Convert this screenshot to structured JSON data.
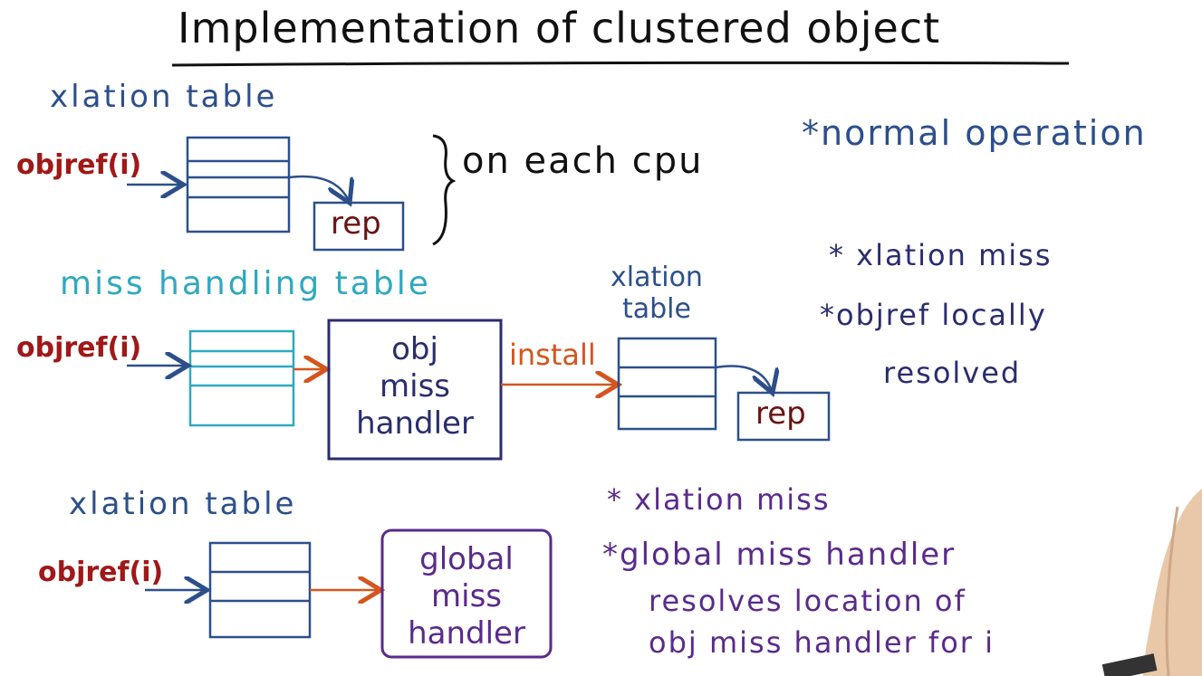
{
  "title": "Implementation of clustered object",
  "section_normal": {
    "table_label": "xlation table",
    "objref": "objref(i)",
    "rep": "rep",
    "brace_note": "on each cpu",
    "note": "*normal operation"
  },
  "section_local_miss": {
    "table_label": "miss handling table",
    "objref": "objref(i)",
    "handler_lines": [
      "obj",
      "miss",
      "handler"
    ],
    "install": "install",
    "xlation_lines": [
      "xlation",
      "table"
    ],
    "rep": "rep",
    "notes": [
      "* xlation miss",
      "*objref locally",
      "resolved"
    ]
  },
  "section_global_miss": {
    "table_label": "xlation table",
    "objref": "objref(i)",
    "handler_lines": [
      "global",
      "miss",
      "handler"
    ],
    "notes": [
      "* xlation miss",
      "*global miss handler",
      "resolves location of",
      "obj miss handler for i"
    ]
  },
  "colors": {
    "ink_black": "#111111",
    "ink_blue": "#2c4f8c",
    "ink_red": "#a01818",
    "ink_cyan": "#2fa9c0",
    "ink_orange": "#d4551e",
    "ink_purple": "#5a2a8c"
  }
}
